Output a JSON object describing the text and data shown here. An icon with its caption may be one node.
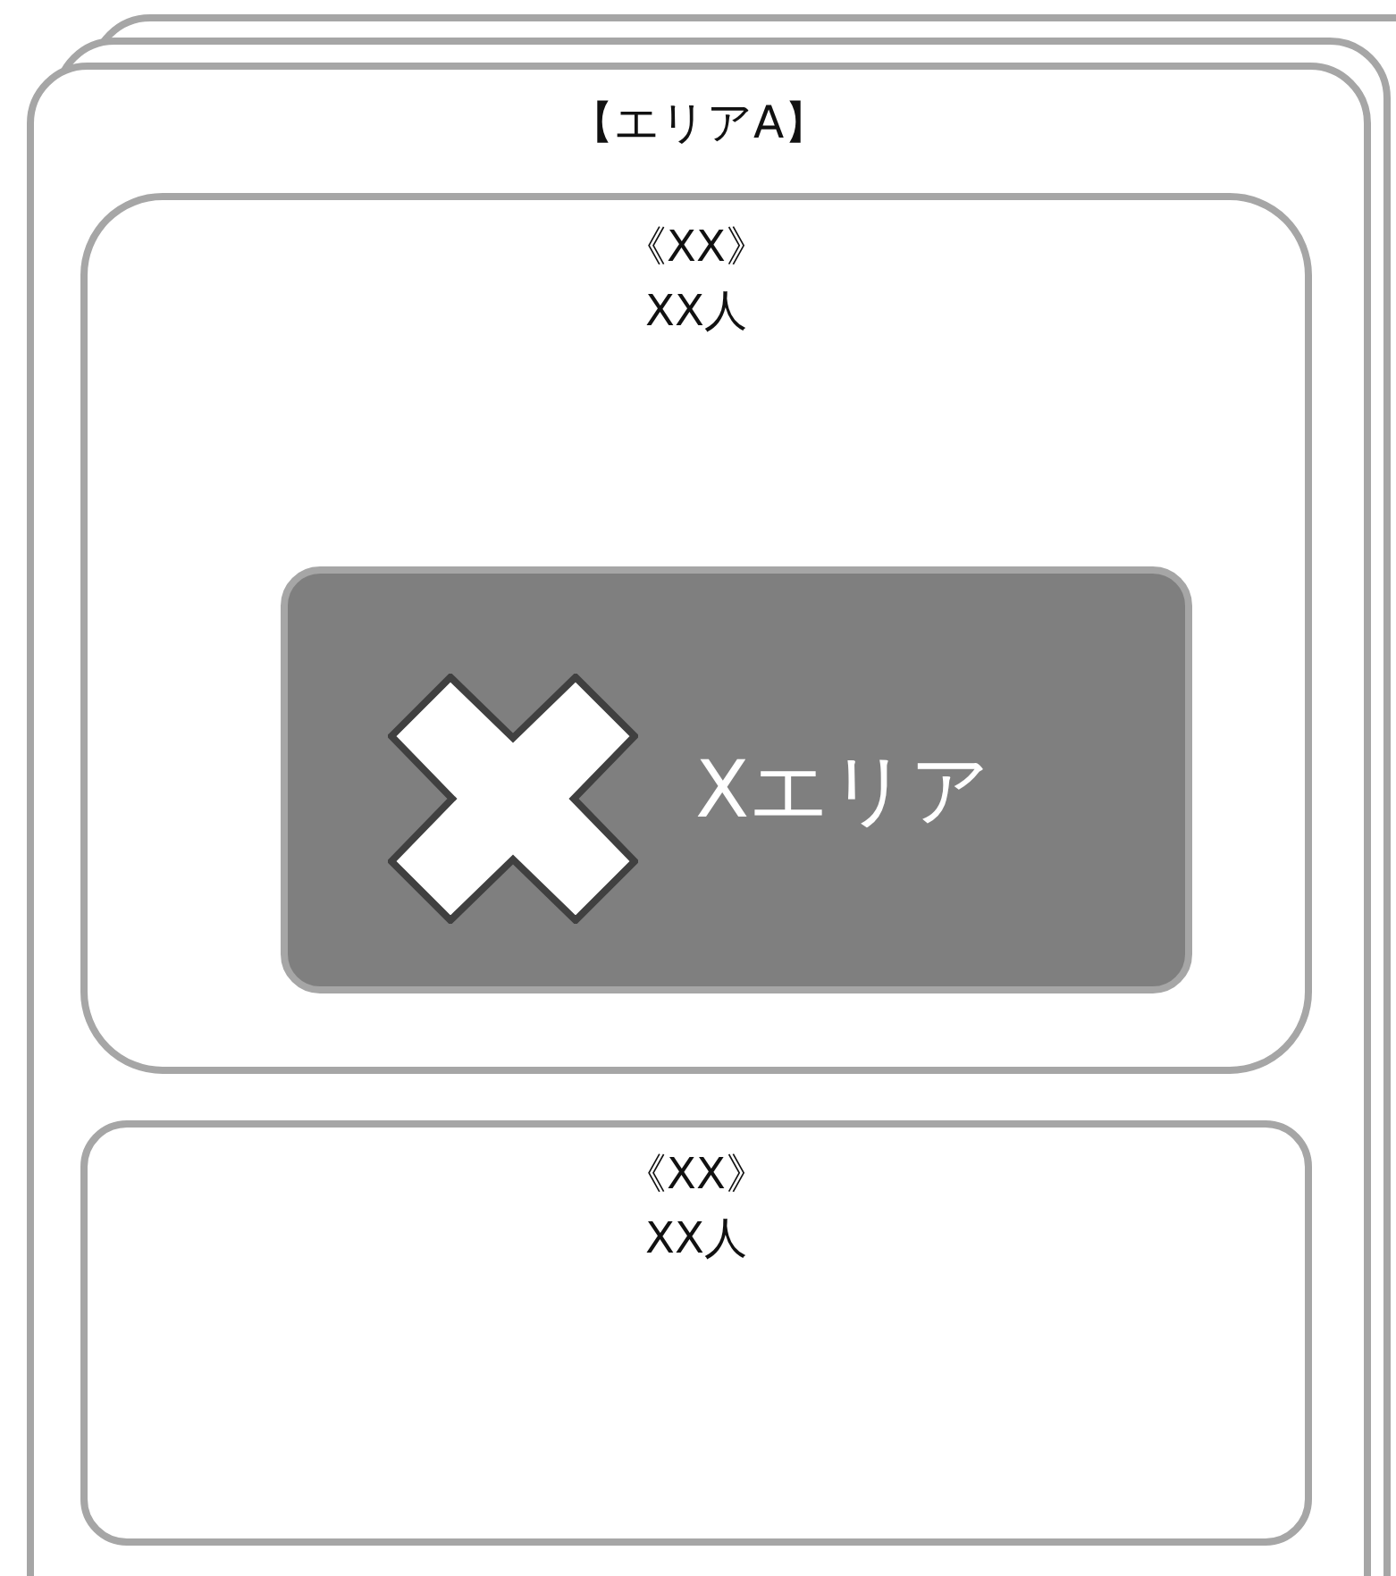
{
  "diagram": {
    "nodes": [
      {
        "text": [
          "【エリアA】"
        ]
      },
      {
        "text": [
          "《XX》",
          "XX人"
        ],
        "in": 0
      },
      {
        "text": [
          "Xエリア"
        ],
        "in": 1
      },
      {
        "text": [
          "《XX》",
          "XX人"
        ],
        "in": 0
      }
    ]
  }
}
